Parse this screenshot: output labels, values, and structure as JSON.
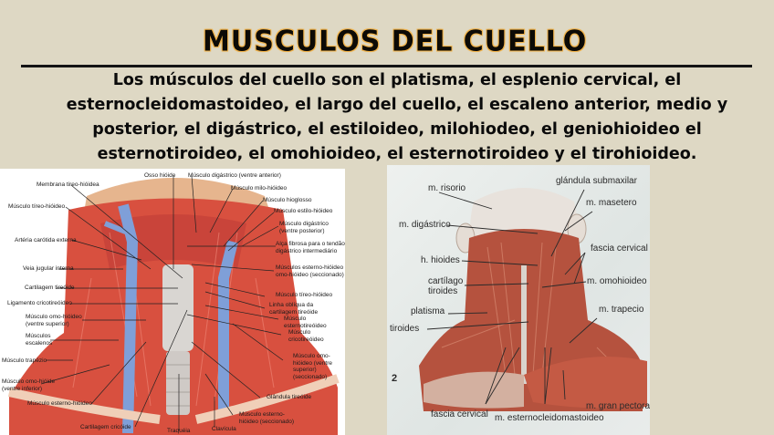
{
  "page": {
    "title": "MUSCULOS DEL CUELLO",
    "intro": "Los músculos del cuello son el platisma, el esplenio cervical, el esternocleidomastoideo, el largo del cuello, el escaleno anterior, medio y posterior, el digástrico, el estiloideo, milohiodeo, el geniohioideo el esternotiroideo, el omohioideo, el esternotiroideo y el tirohioideo.",
    "colors": {
      "background": "#ded8c4",
      "title_outline": "#f0b24a",
      "muscle": "#d9534a",
      "vein": "#7f9fd8"
    }
  },
  "left_figure": {
    "labels_left": [
      "Membrana tireo-hióidea",
      "Músculo tíreo-hióideo",
      "Artéria carótida externa",
      "Veia jugular interna",
      "Cartilagem tireóide",
      "Ligamento cricotireóideo",
      "Músculo omo-hióideo (ventre superior)",
      "Músculos escalenos",
      "Músculo trapézio",
      "Músculo omo-hióide (ventre inferior)",
      "Músculo esterno-hióideo"
    ],
    "labels_top": [
      "Osso hióide",
      "Músculo digástrico (ventre anterior)"
    ],
    "labels_right": [
      "Músculo milo-hióideo",
      "Músculo hioglosso",
      "Músculo estilo-hióideo",
      "Músculo digástrico (ventre posterior)",
      "Alça fibrosa para o tendão digástrico intermediário",
      "Músculos esterno-hióideo omo-hióideo (seccionado)",
      "Músculo tíreo-hióideo",
      "Linha oblíqua da cartilagem tireóide",
      "Músculo esternotireóideo",
      "Músculo cricotireóideo",
      "Músculo omo-hióideo (ventre superior) (seccionado)",
      "Glândula tireóide",
      "Músculo esterno-hióideo (seccionado)"
    ],
    "labels_bottom": [
      "Cartilagem cricóide",
      "Traquéia",
      "Clavícula"
    ]
  },
  "right_figure": {
    "labels_left": [
      "m. risorio",
      "m. digástrico",
      "h. hioides",
      "cartílago tiroides",
      "platisma",
      "tiroides"
    ],
    "labels_right": [
      "glándula submaxilar",
      "m. masetero",
      "fascia cervical",
      "m. omohioideo",
      "m. trapecio",
      "m. gran pectoral"
    ],
    "labels_bottom": [
      "fascia cervical",
      "m. esternocleidomastoideo"
    ],
    "figure_number": "2"
  }
}
